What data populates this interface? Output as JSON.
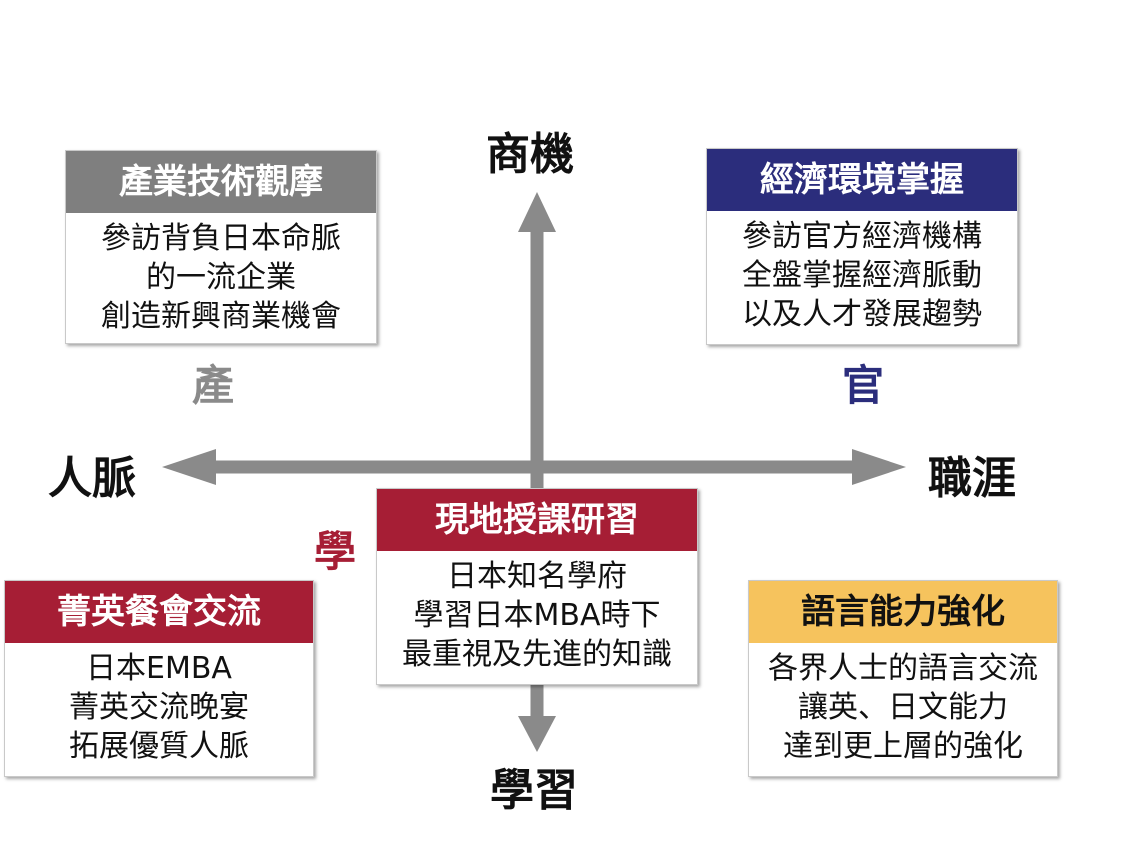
{
  "colors": {
    "axis": "#8a8a8a",
    "gray_header": "#7f7f7f",
    "navy_header": "#2b2d7c",
    "red_header": "#a61e35",
    "gold_header": "#f6c35d"
  },
  "axes": {
    "top": "商機",
    "bottom": "學習",
    "left": "人脈",
    "right": "職涯"
  },
  "tags": {
    "industry": "產",
    "government": "官",
    "academia": "學"
  },
  "cards": {
    "industry_tour": {
      "title": "產業技術觀摩",
      "lines": [
        "參訪背負日本命脈",
        "的一流企業",
        "創造新興商業機會"
      ]
    },
    "economy": {
      "title": "經濟環境掌握",
      "lines": [
        "參訪官方經濟機構",
        "全盤掌握經濟脈動",
        "以及人才發展趨勢"
      ]
    },
    "study": {
      "title": "現地授課研習",
      "lines": [
        "日本知名學府",
        "學習日本MBA時下",
        "最重視及先進的知識"
      ]
    },
    "networking": {
      "title": "菁英餐會交流",
      "lines": [
        "日本EMBA",
        "菁英交流晚宴",
        "拓展優質人脈"
      ]
    },
    "language": {
      "title": "語言能力強化",
      "lines": [
        "各界人士的語言交流",
        "讓英、日文能力",
        "達到更上層的強化"
      ]
    }
  }
}
